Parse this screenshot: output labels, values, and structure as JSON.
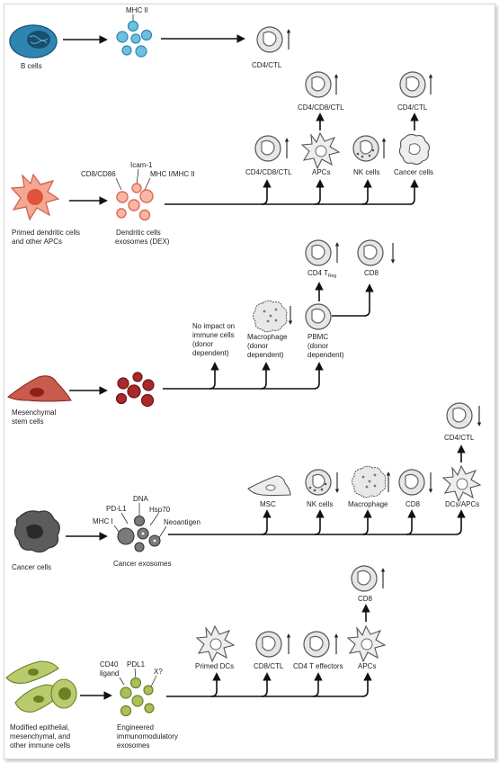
{
  "colors": {
    "b_cell": "#2f85b2",
    "dendritic": "#f0826a",
    "msc": "#b5322e",
    "cancer": "#6a6a6a",
    "engineered": "#9fb94d",
    "target_cell": "#e6e6e6"
  },
  "row1": {
    "source_label": "B cells",
    "marker_label": "MHC II",
    "target_label": "CD4/CTL",
    "target_trend": "up"
  },
  "row2": {
    "source_label": [
      "Primed dendritic cells",
      "and other APCs"
    ],
    "exosome_label": [
      "Dendritic cells",
      "exosomes (DEX)"
    ],
    "markers": [
      "CD8/CD86",
      "Icam-1",
      "MHC I/MHC II"
    ],
    "targets": [
      {
        "label": "CD4/CD8/CTL",
        "icon": "t-cell",
        "trend": "up"
      },
      {
        "label": "APCs",
        "icon": "dendritic-cell",
        "trend": ""
      },
      {
        "label": "NK cells",
        "icon": "nk-cell",
        "trend": "up"
      },
      {
        "label": "Cancer cells",
        "icon": "cancer-cell",
        "trend": ""
      }
    ],
    "secondary": [
      {
        "label": "CD4/CD8/CTL",
        "trend": "up"
      },
      {
        "label": "CD4/CTL",
        "trend": "up"
      }
    ]
  },
  "row3": {
    "source_label": [
      "Mesenchymal",
      "stem cells"
    ],
    "targets": [
      {
        "label": [
          "No impact on",
          "immune cells",
          "(donor",
          "dependent)"
        ]
      },
      {
        "label": [
          "Macrophage",
          "(donor",
          "dependent)"
        ],
        "trend": "down"
      },
      {
        "label": [
          "PBMC",
          "(donor",
          "dependent)"
        ]
      }
    ],
    "secondary": [
      {
        "label": "CD4 T",
        "subscript": "Reg",
        "trend": "up"
      },
      {
        "label": "CD8",
        "trend": "down"
      }
    ]
  },
  "row4": {
    "source_label": "Cancer cells",
    "exosome_label": "Cancer exosomes",
    "markers": [
      "DNA",
      "PD-L1",
      "Hsp70",
      "MHC I",
      "Neoantigen"
    ],
    "targets": [
      {
        "label": "MSC",
        "trend": ""
      },
      {
        "label": "NK cells",
        "trend": "down"
      },
      {
        "label": "Macrophage",
        "trend": "up"
      },
      {
        "label": "CD8",
        "trend": "down"
      },
      {
        "label": "DCs/APCs",
        "trend": ""
      }
    ],
    "secondary": [
      {
        "label": "CD4/CTL",
        "trend": "down"
      }
    ]
  },
  "row5": {
    "source_label": [
      "Modified epithelial,",
      "mesenchymal, and",
      "other immune cells"
    ],
    "exosome_label": [
      "Engineered",
      "immunomodulatory",
      "exosomes"
    ],
    "markers": [
      "CD40",
      "ligand",
      "PDL1",
      "X?"
    ],
    "targets": [
      {
        "label": "Primed DCs",
        "trend": ""
      },
      {
        "label": "CD8/CTL",
        "trend": "up"
      },
      {
        "label": "CD4 T effectors",
        "trend": "up"
      },
      {
        "label": "APCs",
        "trend": ""
      }
    ],
    "secondary": [
      {
        "label": "CD8",
        "trend": "up"
      }
    ]
  }
}
